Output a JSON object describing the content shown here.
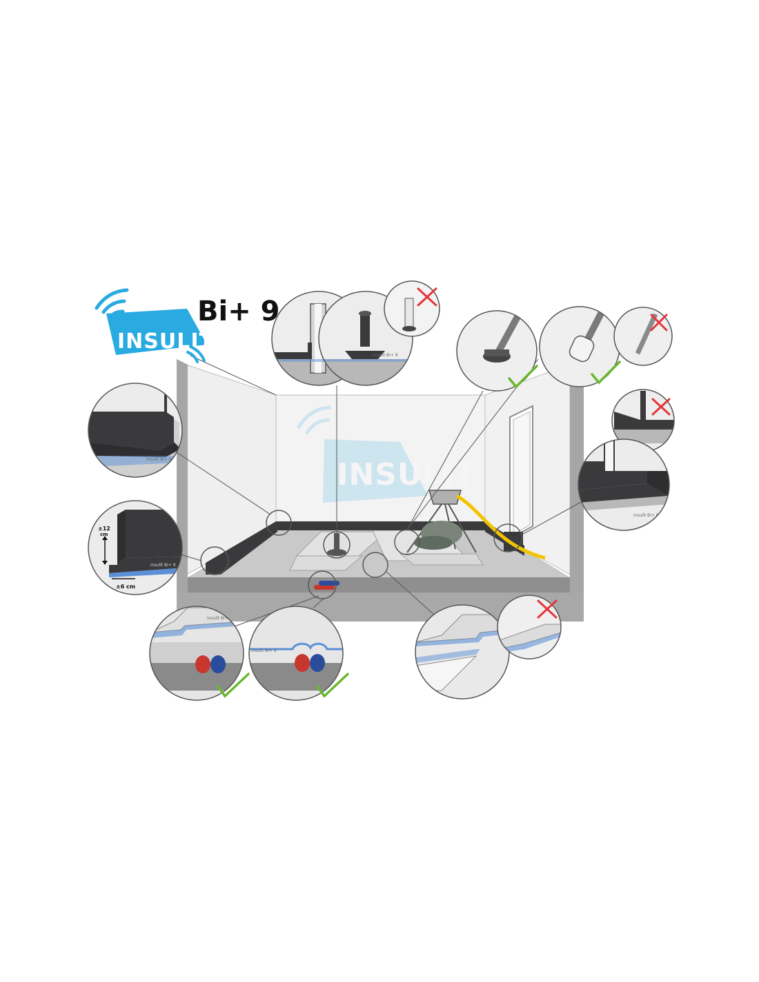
{
  "brand": {
    "logo_text": "INSULIT",
    "product_name": "Bi+ 9",
    "logo_color": "#29aae1",
    "watermark_text": "INSULIT"
  },
  "labels": {
    "membrane_label": "insulit Bi+ 9",
    "height_dim": "±12",
    "height_unit": "cm",
    "width_dim": "±6 cm"
  },
  "colors": {
    "check": "#6ab72f",
    "cross": "#e5343a",
    "membrane_dark": "#3a3a3c",
    "membrane_blue": "#5b8fd6",
    "hose": "#f2c400",
    "pipe_red": "#c8372d",
    "pipe_blue": "#2b4c9b"
  },
  "details": [
    {
      "id": "corner-wall",
      "status": "neutral"
    },
    {
      "id": "edge-strip",
      "status": "neutral"
    },
    {
      "id": "pipe-sleeve-ok",
      "status": "neutral"
    },
    {
      "id": "pipe-sleeve-flange",
      "status": "neutral"
    },
    {
      "id": "pipe-sleeve-bad",
      "status": "wrong"
    },
    {
      "id": "leg-rubber-foot",
      "status": "correct"
    },
    {
      "id": "leg-cap",
      "status": "correct"
    },
    {
      "id": "leg-bare",
      "status": "wrong"
    },
    {
      "id": "door-corner-bad",
      "status": "wrong"
    },
    {
      "id": "door-corner-ok",
      "status": "neutral"
    },
    {
      "id": "pipes-under-1",
      "status": "correct"
    },
    {
      "id": "pipes-under-2",
      "status": "correct"
    },
    {
      "id": "overlap-joint",
      "status": "neutral"
    },
    {
      "id": "overlap-bad",
      "status": "wrong"
    }
  ]
}
